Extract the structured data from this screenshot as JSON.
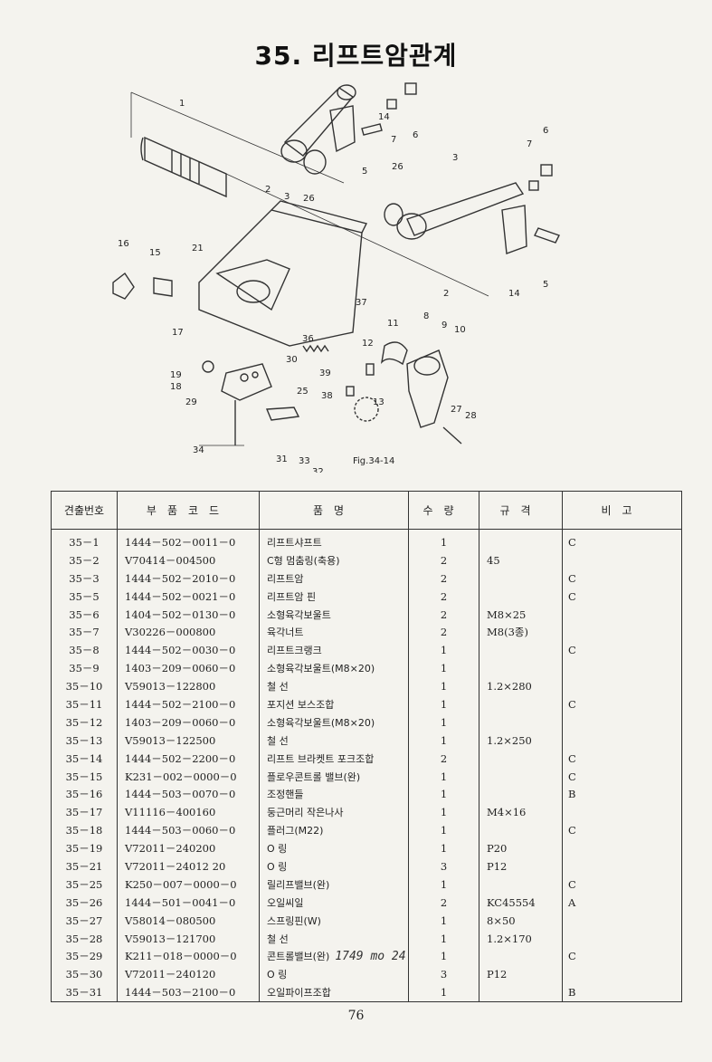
{
  "title": "35. 리프트암관계",
  "diagram": {
    "figure_label": "Fig.34-14",
    "callouts": [
      "1",
      "2",
      "3",
      "26",
      "7",
      "6",
      "14",
      "5",
      "3",
      "26",
      "7",
      "6",
      "2",
      "14",
      "5",
      "16",
      "15",
      "21",
      "17",
      "19",
      "18",
      "29",
      "34",
      "36",
      "30",
      "39",
      "38",
      "12",
      "11",
      "8",
      "9",
      "10",
      "37",
      "13",
      "25",
      "27",
      "28",
      "31",
      "33",
      "32"
    ]
  },
  "table": {
    "headers": {
      "no": "견출번호",
      "code": "부품코드",
      "name": "품명",
      "qty": "수량",
      "spec": "규격",
      "note": "비고"
    },
    "rows": [
      {
        "no": "35－1",
        "code": "1444－502－0011－0",
        "name": "리프트샤프트",
        "qty": "1",
        "spec": "",
        "note": "C"
      },
      {
        "no": "35－2",
        "code": "V70414－004500",
        "name": "C형 멈춤링(축용)",
        "qty": "2",
        "spec": "45",
        "note": ""
      },
      {
        "no": "35－3",
        "code": "1444－502－2010－0",
        "name": "리프트암",
        "qty": "2",
        "spec": "",
        "note": "C"
      },
      {
        "no": "35－5",
        "code": "1444－502－0021－0",
        "name": "리프트암 핀",
        "qty": "2",
        "spec": "",
        "note": "C"
      },
      {
        "no": "35－6",
        "code": "1404－502－0130－0",
        "name": "소형육각보울트",
        "qty": "2",
        "spec": "M8×25",
        "note": ""
      },
      {
        "no": "35－7",
        "code": "V30226－000800",
        "name": "육각너트",
        "qty": "2",
        "spec": "M8(3종)",
        "note": ""
      },
      {
        "no": "35－8",
        "code": "1444－502－0030－0",
        "name": "리프트크랭크",
        "qty": "1",
        "spec": "",
        "note": "C"
      },
      {
        "no": "35－9",
        "code": "1403－209－0060－0",
        "name": "소형육각보울트(M8×20)",
        "qty": "1",
        "spec": "",
        "note": ""
      },
      {
        "no": "35－10",
        "code": "V59013－122800",
        "name": "철 선",
        "qty": "1",
        "spec": "1.2×280",
        "note": ""
      },
      {
        "no": "35－11",
        "code": "1444－502－2100－0",
        "name": "포지션 보스조합",
        "qty": "1",
        "spec": "",
        "note": "C"
      },
      {
        "no": "35－12",
        "code": "1403－209－0060－0",
        "name": "소형육각보울트(M8×20)",
        "qty": "1",
        "spec": "",
        "note": ""
      },
      {
        "no": "35－13",
        "code": "V59013－122500",
        "name": "철 선",
        "qty": "1",
        "spec": "1.2×250",
        "note": ""
      },
      {
        "no": "35－14",
        "code": "1444－502－2200－0",
        "name": "리프트 브라켓트 포크조합",
        "qty": "2",
        "spec": "",
        "note": "C"
      },
      {
        "no": "35－15",
        "code": "K231－002－0000－0",
        "name": "플로우콘트롤 밸브(완)",
        "qty": "1",
        "spec": "",
        "note": "C"
      },
      {
        "no": "35－16",
        "code": "1444－503－0070－0",
        "name": "조정핸들",
        "qty": "1",
        "spec": "",
        "note": "B"
      },
      {
        "no": "35－17",
        "code": "V11116－400160",
        "name": "둥근머리 작은나사",
        "qty": "1",
        "spec": "M4×16",
        "note": ""
      },
      {
        "no": "35－18",
        "code": "1444－503－0060－0",
        "name": "플러그(M22)",
        "qty": "1",
        "spec": "",
        "note": "C"
      },
      {
        "no": "35－19",
        "code": "V72011－240200",
        "name": "O 링",
        "qty": "1",
        "spec": "P20",
        "note": ""
      },
      {
        "no": "35－21",
        "code": "V72011－24012 20",
        "name": "O 링",
        "qty": "3",
        "spec": "P12",
        "note": ""
      },
      {
        "no": "35－25",
        "code": "K250－007－0000－0",
        "name": "릴리프밸브(완)",
        "qty": "1",
        "spec": "",
        "note": "C"
      },
      {
        "no": "35－26",
        "code": "1444－501－0041－0",
        "name": "오일씨일",
        "qty": "2",
        "spec": "KC45554",
        "note": "A"
      },
      {
        "no": "35－27",
        "code": "V58014－080500",
        "name": "스프링핀(W)",
        "qty": "1",
        "spec": "8×50",
        "note": ""
      },
      {
        "no": "35－28",
        "code": "V59013－121700",
        "name": "철 선",
        "qty": "1",
        "spec": "1.2×170",
        "note": ""
      },
      {
        "no": "35－29",
        "code": "K211－018－0000－0",
        "name": "콘트롤밸브(완)",
        "handwritten": "1749 mo 24",
        "qty": "1",
        "spec": "",
        "note": "C"
      },
      {
        "no": "35－30",
        "code": "V72011－240120",
        "name": "O 링",
        "qty": "3",
        "spec": "P12",
        "note": ""
      },
      {
        "no": "35－31",
        "code": "1444－503－2100－0",
        "name": "오일파이프조합",
        "qty": "1",
        "spec": "",
        "note": "B"
      }
    ]
  },
  "page_number": "76"
}
